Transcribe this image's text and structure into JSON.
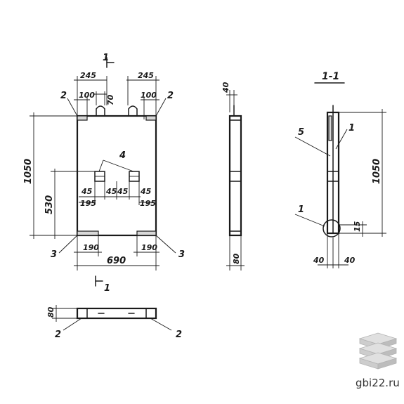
{
  "dims": {
    "top_left": "245",
    "top_right": "245",
    "top_left_inner": "100",
    "top_right_inner": "100",
    "top_center": "70",
    "height_total": "1050",
    "height_lower": "530",
    "pad_a": "45",
    "pad_b": "45",
    "pad_c": "45",
    "pad_d": "45",
    "inner_left": "195",
    "inner_right": "195",
    "bottom_left": "190",
    "bottom_right": "190",
    "width_total": "690",
    "side_width": "40",
    "side_thickness": "80",
    "plan_thickness": "80",
    "sec_height": "1050",
    "sec_left": "40",
    "sec_right": "40",
    "sec_small": "15"
  },
  "callouts": {
    "c2_left": "2",
    "c2_right": "2",
    "c4": "4",
    "c3_left": "3",
    "c3_right": "3",
    "c1_top": "1",
    "c1_bottom": "1",
    "plan_2_left": "2",
    "plan_2_right": "2",
    "sec_5": "5",
    "sec_1_top": "1",
    "sec_1_bottom": "1"
  },
  "section": {
    "label": "1-1"
  },
  "watermark": {
    "text": "gbi22.ru"
  }
}
